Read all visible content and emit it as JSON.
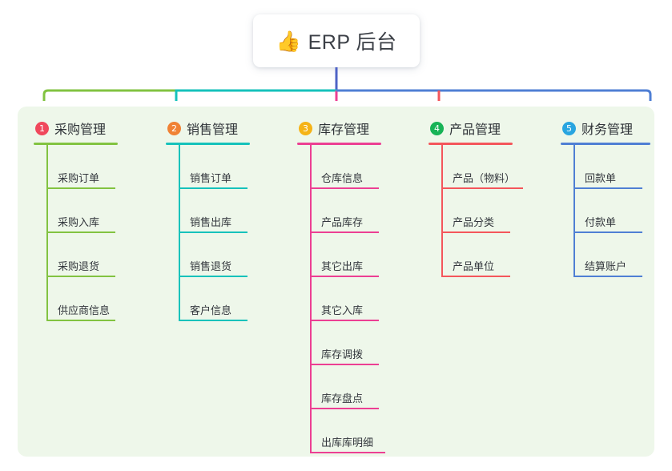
{
  "root": {
    "icon": "thumbs-up-icon",
    "emoji": "👍",
    "title": "ERP 后台"
  },
  "theme": {
    "page_background": "#ffffff",
    "panel_background": "#eef7ea",
    "title_card_background": "#ffffff",
    "text_color": "#2f3338",
    "root_stem_color": "#4f63c6"
  },
  "columns": [
    {
      "number": "1",
      "title": "采购管理",
      "badge_color": "#f0485c",
      "line_color": "#82c341",
      "items": [
        "采购订单",
        "采购入库",
        "采购退货",
        "供应商信息"
      ]
    },
    {
      "number": "2",
      "title": "销售管理",
      "badge_color": "#f08234",
      "line_color": "#16c2bb",
      "items": [
        "销售订单",
        "销售出库",
        "销售退货",
        "客户信息"
      ]
    },
    {
      "number": "3",
      "title": "库存管理",
      "badge_color": "#f5b317",
      "line_color": "#ec3f93",
      "items": [
        "仓库信息",
        "产品库存",
        "其它出库",
        "其它入库",
        "库存调拨",
        "库存盘点",
        "出库库明细"
      ]
    },
    {
      "number": "4",
      "title": "产品管理",
      "badge_color": "#18b357",
      "line_color": "#f4565b",
      "items": [
        "产品（物料）",
        "产品分类",
        "产品单位"
      ]
    },
    {
      "number": "5",
      "title": "财务管理",
      "badge_color": "#29a5e0",
      "line_color": "#4f7fd4",
      "items": [
        "回款单",
        "付款单",
        "结算账户"
      ]
    }
  ]
}
